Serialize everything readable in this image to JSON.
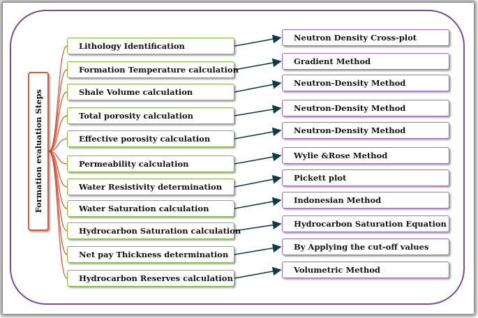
{
  "root_label": "Formation evaluation Steps",
  "steps": [
    "Lithology Identification",
    "Formation Temperature calculation",
    "Shale Volume calculation",
    "Total porosity calculation",
    "Effective porosity calculation",
    "Permeability calculation",
    "Water Resistivity determination",
    "Water Saturation calculation",
    "Hydrocarbon Saturation calculation",
    "Net pay Thickness determination",
    "Hydrocarbon Reserves calculation"
  ],
  "methods": [
    "Neutron Density Cross-plot",
    "Gradient Method",
    "Neutron-Density Method",
    "Neutron-Density Method",
    "Neutron-Density Method",
    "Wylie &Rose Method",
    "Pickett plot",
    "Indonesian Method",
    "Hydrocarbon Saturation Equation",
    "By Applying the cut-off values",
    "Volumetric Method"
  ],
  "colors": {
    "frame": "#7a4a96",
    "root_border": "#d85a3a",
    "step_border": "#7dbb3a",
    "method_border": "#9a6ac2",
    "connector_root": "#d85a3a",
    "arrow": "#0f3b45"
  }
}
